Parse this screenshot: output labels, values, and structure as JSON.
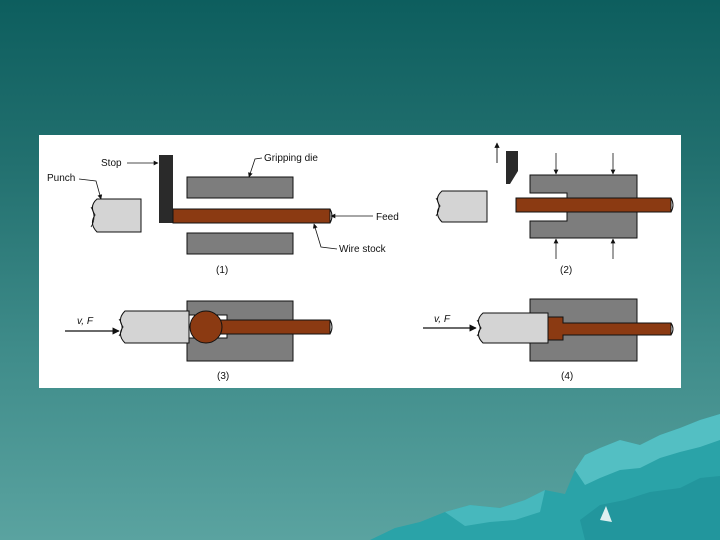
{
  "figure": {
    "labels": {
      "punch": "Punch",
      "stop": "Stop",
      "gripping_die": "Gripping die",
      "feed": "Feed",
      "wire_stock": "Wire stock",
      "vf_3": "v, F",
      "vf_4": "v, F"
    },
    "step_numbers": [
      "(1)",
      "(2)",
      "(3)",
      "(4)"
    ]
  },
  "colors": {
    "die": "#7d7d7d",
    "wire": "#8b3a12",
    "punch": "#d4d4d4",
    "stop": "#2a2a2a"
  }
}
